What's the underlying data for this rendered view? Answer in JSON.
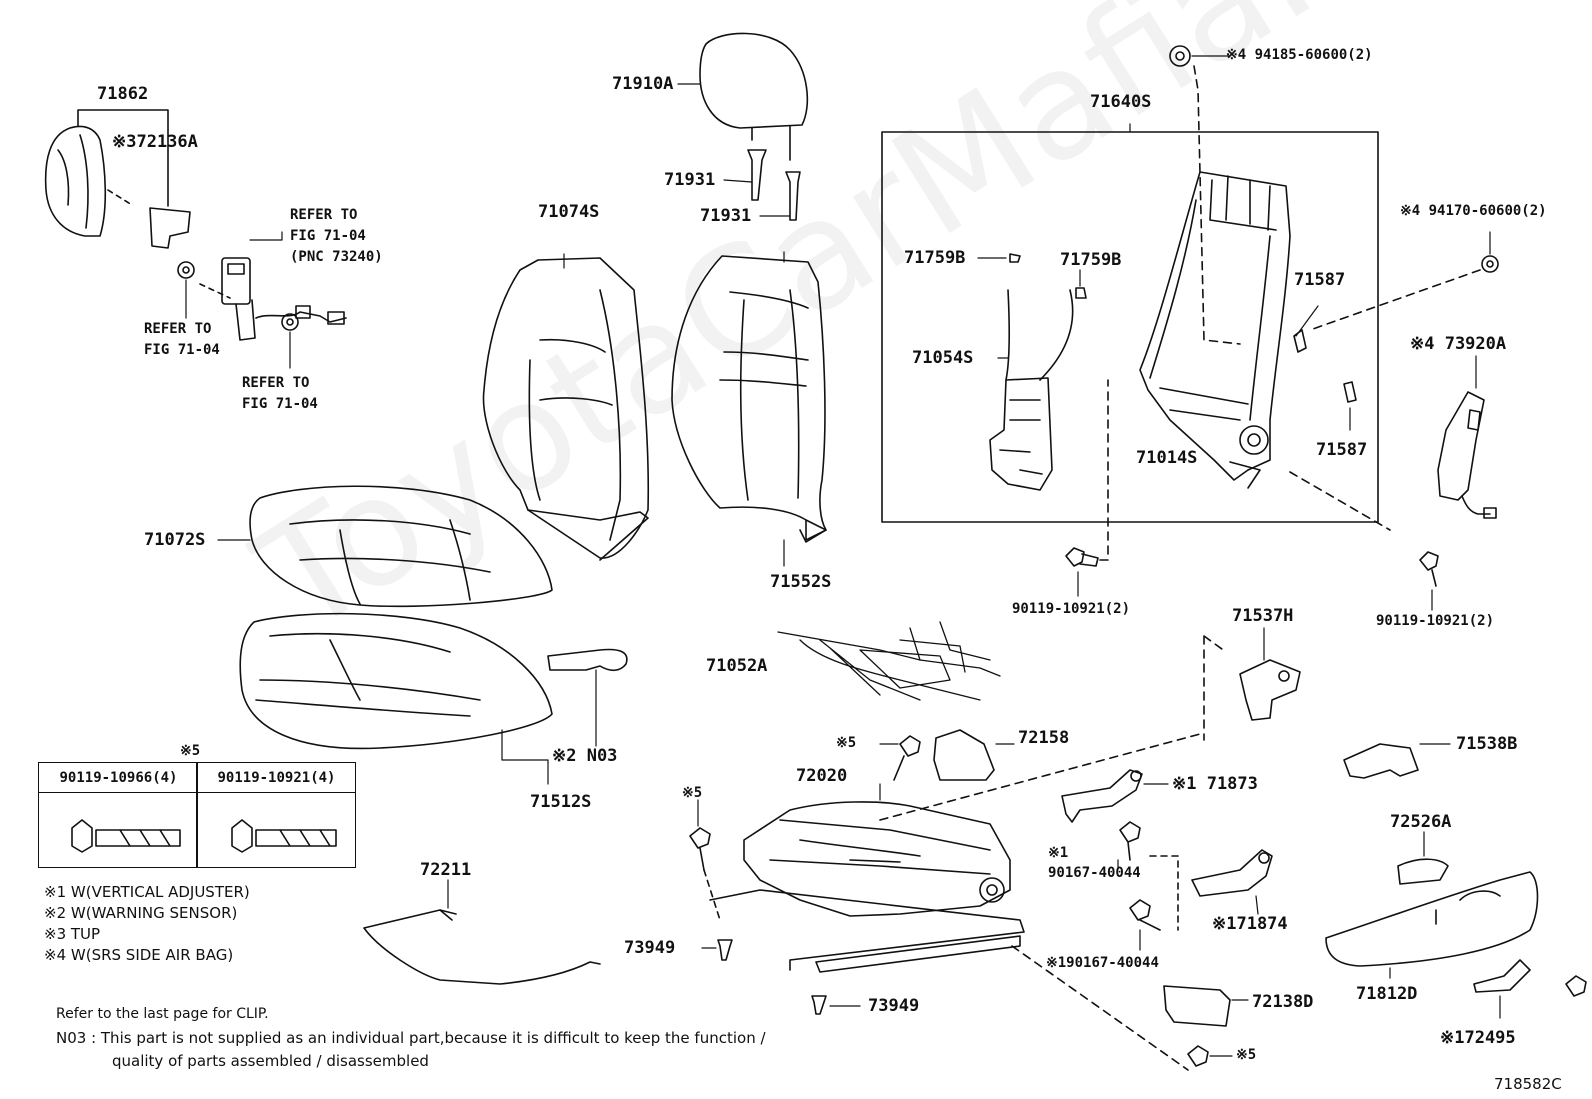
{
  "watermark": "ToyotaCarMafia.ru",
  "labels": {
    "l71862": "71862",
    "l72136a": "※372136A",
    "l71910a": "71910A",
    "l71931a": "71931",
    "l71931b": "71931",
    "l71074s": "71074S",
    "l71640s": "71640S",
    "l_clip4a": "※4 94185-60600(2)",
    "l_clip4b": "※4 94170-60600(2)",
    "l71759b1": "71759B",
    "l71759b2": "71759B",
    "l71587a": "71587",
    "l71587b": "71587",
    "l71054s": "71054S",
    "l71014s": "71014S",
    "l73920a": "※4 73920A",
    "l71072s": "71072S",
    "l71552s": "71552S",
    "l90119a": "90119-10921(2)",
    "l90119b": "90119-10921(2)",
    "l71537h": "71537H",
    "l71052a": "71052A",
    "l71538b": "71538B",
    "l_n03": "※2 N03",
    "l71512s": "71512S",
    "l_s5a": "※5",
    "l72158": "72158",
    "l72020": "72020",
    "l71873": "※1 71873",
    "l_s5b": "※5",
    "l_s1": "※1",
    "l90167a": "90167-40044",
    "l72526a": "72526A",
    "l71874": "※171874",
    "l90167b": "※190167-40044",
    "l71812d": "71812D",
    "l73949a": "73949",
    "l73949b": "73949",
    "l72138d": "72138D",
    "l_s5c": "※5",
    "l72495": "※172495",
    "l72211": "72211",
    "l_code": "718582C"
  },
  "refer": {
    "r1_line1": "REFER TO",
    "r1_line2": "FIG 71-04",
    "r1_line3": "(PNC 73240)",
    "r2_line1": "REFER TO",
    "r2_line2": "FIG 71-04",
    "r3_line1": "REFER TO",
    "r3_line2": "FIG 71-04"
  },
  "bolt_table": {
    "title": "※5",
    "col1": "90119-10966(4)",
    "col2": "90119-10921(4)"
  },
  "legend": [
    "※1 W(VERTICAL ADJUSTER)",
    "※2 W(WARNING SENSOR)",
    "※3 TUP",
    "※4 W(SRS SIDE AIR BAG)"
  ],
  "notes": {
    "clip": "Refer to the last page for CLIP.",
    "n03_line1": "N03 : This part is not supplied as an individual part,because it is difficult to keep the function /",
    "n03_line2": "quality of parts assembled / disassembled"
  }
}
